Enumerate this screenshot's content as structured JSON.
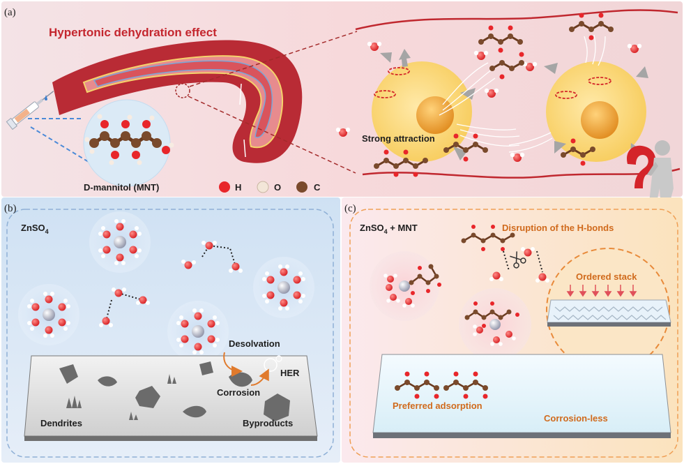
{
  "panels": {
    "a": {
      "label": "(a)",
      "title": "Hypertonic dehydration effect",
      "molecule_label": "D-mannitol (MNT)",
      "attraction_label": "Strong attraction",
      "legend": [
        {
          "symbol": "H",
          "color": "#e8262a"
        },
        {
          "symbol": "O",
          "color": "#f3e6d8"
        },
        {
          "symbol": "C",
          "color": "#7a4a2c"
        }
      ]
    },
    "b": {
      "label": "(b)",
      "electrolyte": {
        "base": "ZnSO",
        "sub": "4",
        "tail": ""
      },
      "desolvation": "Desolvation",
      "corrosion": "Corrosion",
      "her": "HER",
      "dendrites": "Dendrites",
      "byproducts": "Byproducts"
    },
    "c": {
      "label": "(c)",
      "electrolyte": {
        "base": "ZnSO",
        "sub": "4",
        "tail": " + MNT"
      },
      "hbond": "Disruption of the H-bonds",
      "ordered_stack": "Ordered stack",
      "preferred_adsorption": "Preferred adsorption",
      "corrosion_less": "Corrosion-less"
    }
  },
  "colors": {
    "accent_red": "#c4262e",
    "accent_orange": "#d06a1c",
    "panel_a_bg": "#f6dede",
    "panel_b_bg": "#d6e6f5",
    "panel_c_bg": "#fbe7cc"
  }
}
